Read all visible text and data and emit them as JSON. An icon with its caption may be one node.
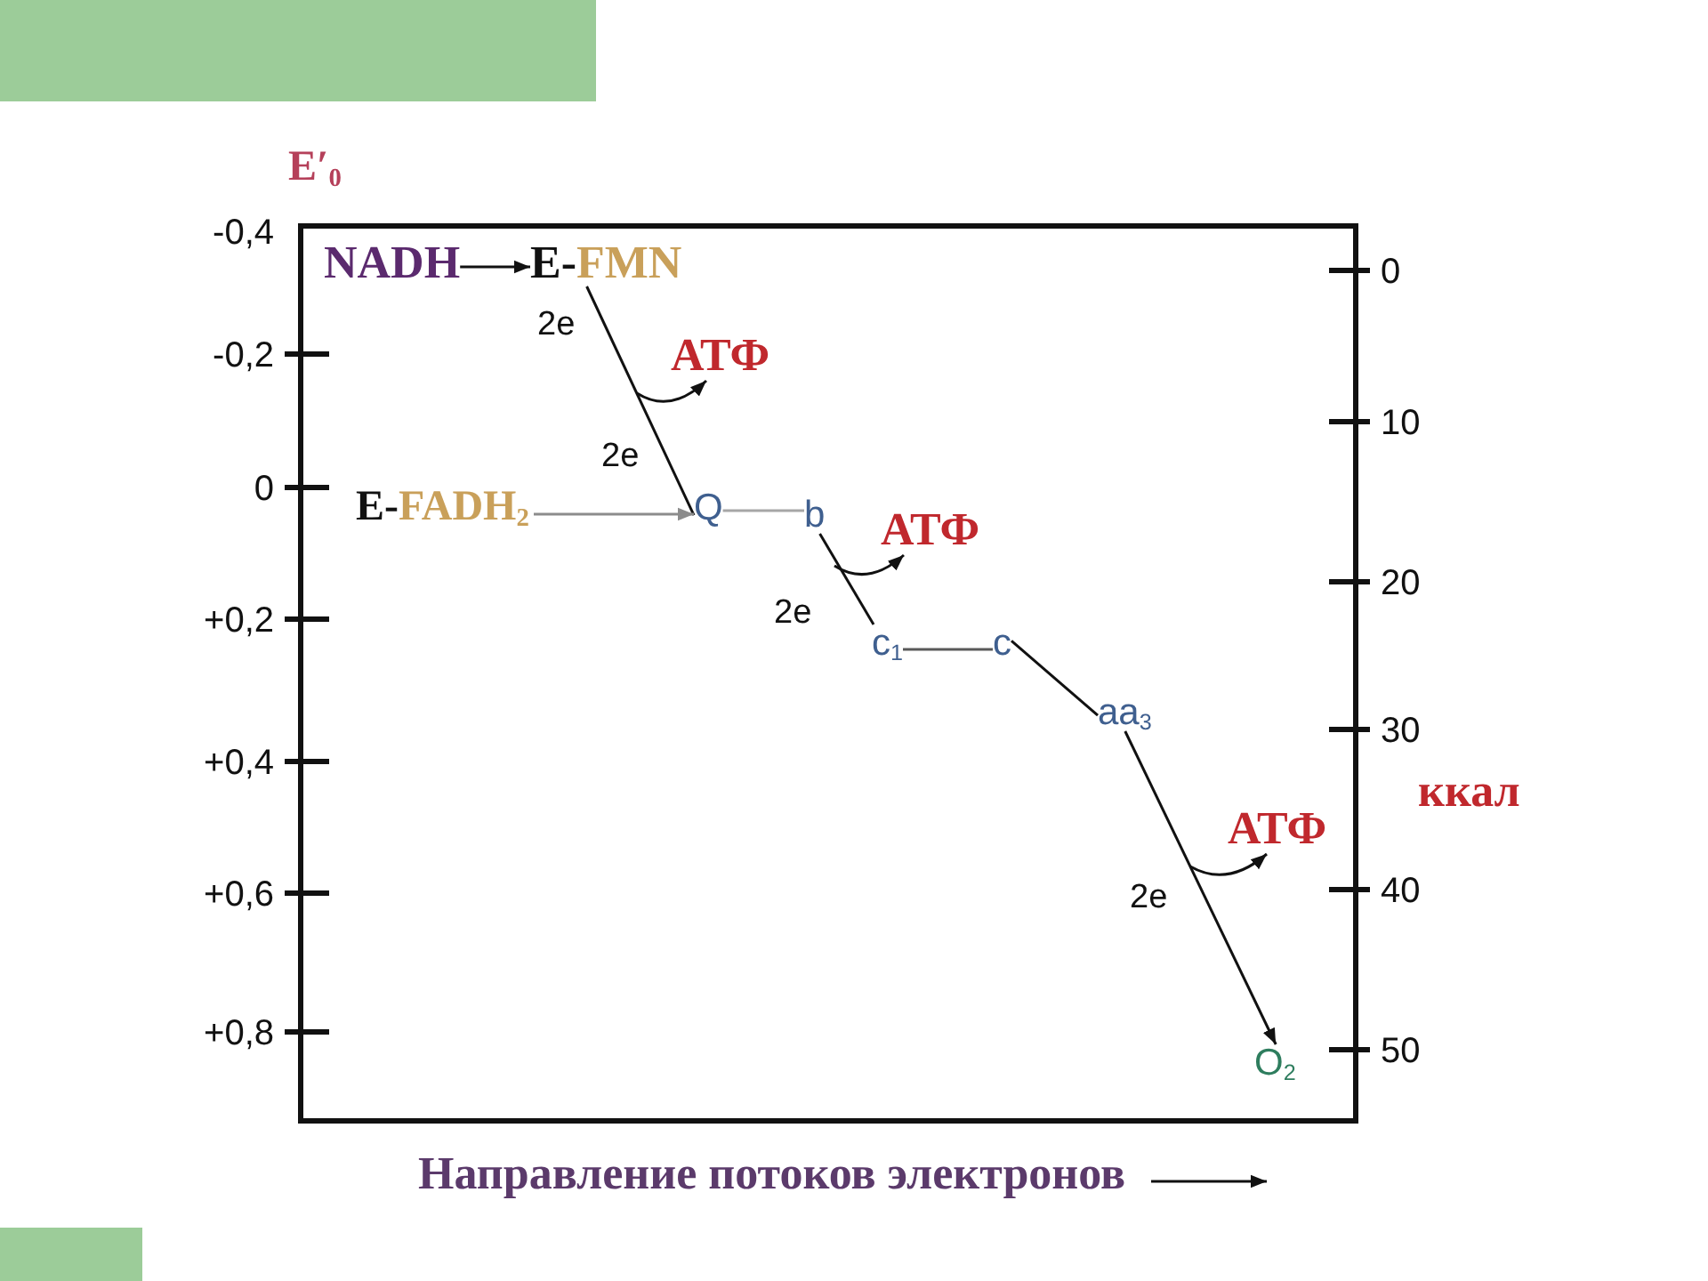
{
  "diagram": {
    "nodes": [
      {
        "text": [
          "NADH"
        ]
      },
      {
        "text": [
          "E-",
          "FMN"
        ]
      },
      {
        "text": [
          "АТФ"
        ]
      },
      {
        "text": [
          "E-",
          "FADH$_{2}$"
        ]
      },
      {
        "text": [
          "Q"
        ]
      },
      {
        "text": [
          "b"
        ]
      },
      {
        "text": [
          "АТФ"
        ]
      },
      {
        "text": [
          "c$_{1}$"
        ]
      },
      {
        "text": [
          "c"
        ]
      },
      {
        "text": [
          "aa$_{3}$"
        ]
      },
      {
        "text": [
          "АТФ"
        ]
      },
      {
        "text": [
          "O$_{2}$"
        ]
      }
    ],
    "edges": [
      {
        "from": 0,
        "to": 1,
        "arrow": "to"
      },
      {
        "from": 1,
        "to": 4,
        "arrow": "none",
        "label": "2e"
      },
      {
        "from": null,
        "to": 2,
        "arrow": "to"
      },
      {
        "from": 3,
        "to": 4,
        "arrow": "to",
        "color": "#8c8c8c"
      },
      {
        "from": 4,
        "to": 5,
        "arrow": "none",
        "color": "#a6a6a6"
      },
      {
        "from": 5,
        "to": 7,
        "arrow": "none",
        "label": "2e"
      },
      {
        "from": null,
        "to": 6,
        "arrow": "to"
      },
      {
        "from": 7,
        "to": 8,
        "arrow": "none",
        "color": "#595959"
      },
      {
        "from": 8,
        "to": 9,
        "arrow": "none"
      },
      {
        "from": 9,
        "to": 11,
        "arrow": "to",
        "label": "2e"
      },
      {
        "from": null,
        "to": 10,
        "arrow": "to"
      }
    ],
    "labels": [
      "E′$_{0}$",
      "-0,4",
      "-0,2",
      "0",
      "+0,2",
      "+0,4",
      "+0,6",
      "+0,8",
      "0",
      "10",
      "20",
      "30",
      "40",
      "50",
      "ккал",
      "2e",
      "Направление потоков электронов"
    ]
  }
}
